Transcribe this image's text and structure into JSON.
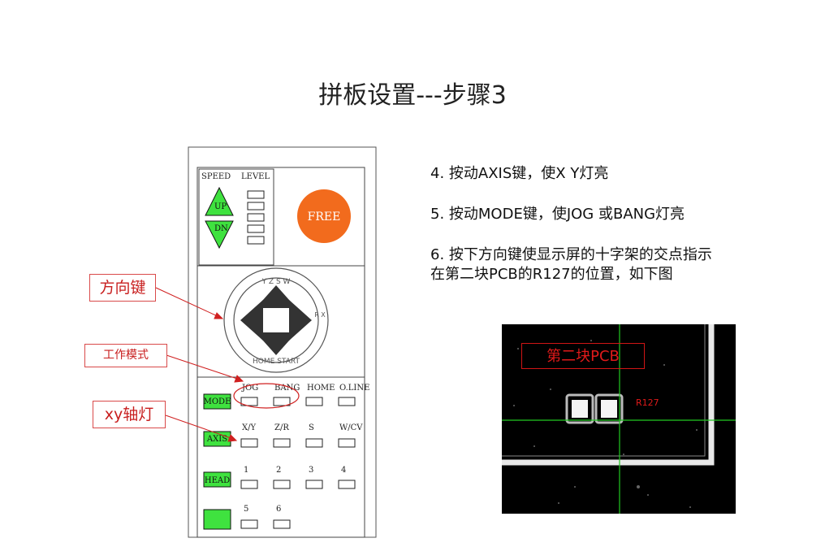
{
  "title": "拼板设置---步骤3",
  "steps": [
    "4. 按动AXIS键，使X Y灯亮",
    "5. 按动MODE键，使JOG 或BANG灯亮",
    "6. 按下方向键使显示屏的十字架的交点指示",
    "在第二块PCB的R127的位置，如下图"
  ],
  "panel": {
    "speed_label": "SPEED",
    "level_label": "LEVEL",
    "up_label": "UP",
    "dn_label": "DN",
    "free_label": "FREE",
    "dial_top_text": "Y Z S W",
    "dial_right_text": "R X",
    "dial_bottom_text": "HOME START",
    "mode_button": "MODE",
    "axis_button": "AXIS",
    "head_button": "HEAD",
    "mode_row": [
      "JOG",
      "BANG",
      "HOME",
      "O.LINE"
    ],
    "axis_row": [
      "X/Y",
      "Z/R",
      "S",
      "W/CV"
    ],
    "head_row": [
      "1",
      "2",
      "3",
      "4"
    ],
    "last_row": [
      "5",
      "6"
    ]
  },
  "callouts": {
    "direction_keys": "方向键",
    "work_mode": "工作模式",
    "xy_axis_light": "xy轴灯"
  },
  "photo": {
    "label": "第二块PCB",
    "component": "R127"
  },
  "colors": {
    "green_button": "#3fe23f",
    "free_button": "#f26b1d",
    "callout_red": "#c81e1e",
    "crosshair_green": "#22c922"
  }
}
